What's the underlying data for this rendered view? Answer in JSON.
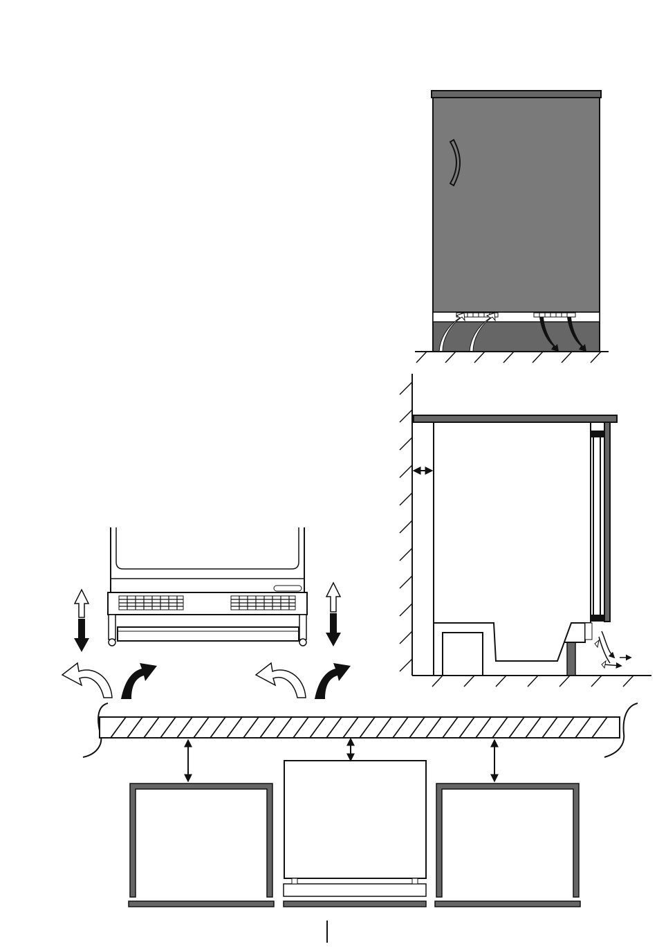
{
  "figures": [
    "appliance-front-view",
    "appliance-side-section",
    "plinth-ventilation-detail",
    "worktop-clearance-views"
  ],
  "colors": {
    "appliance_body": "#7a7a7a",
    "panel_dark": "#5e5e5e",
    "plinth_grey": "#666666",
    "line": "#111111",
    "hatch_fill": "#ffffff",
    "arrow_black": "#111111",
    "arrow_outline": "#ffffff"
  },
  "icons": [
    "airflow-in-arrow-icon",
    "airflow-out-arrow-icon",
    "double-headed-arrow-icon",
    "hinge-icon"
  ]
}
